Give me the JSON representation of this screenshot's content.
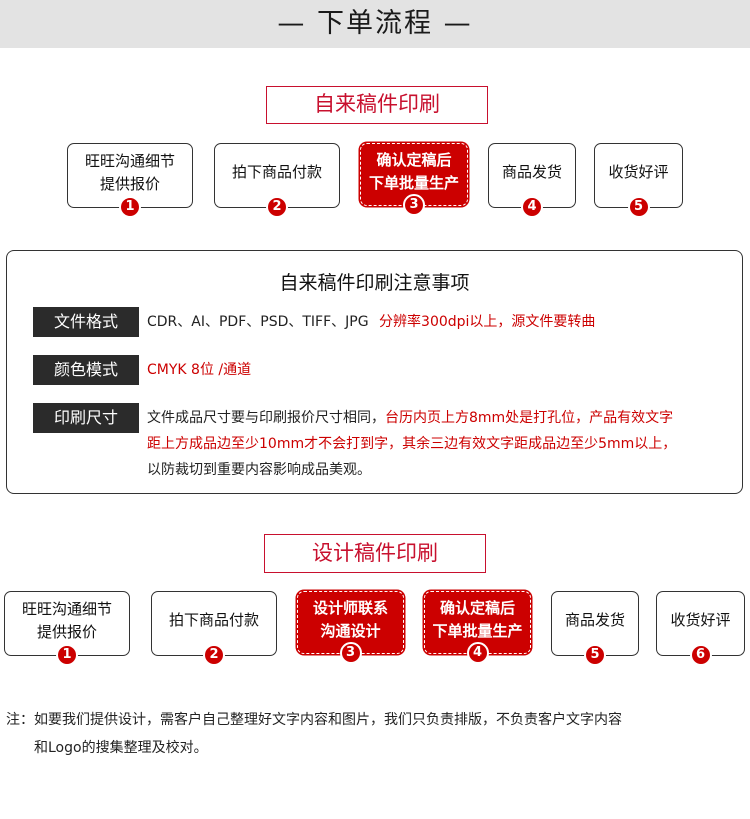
{
  "header": {
    "title": "— 下单流程 —"
  },
  "section1": {
    "title": "自来稿件印刷",
    "steps": [
      {
        "line1": "旺旺沟通细节",
        "line2": "提供报价",
        "num": "1"
      },
      {
        "line1": "拍下商品付款",
        "line2": "",
        "num": "2"
      },
      {
        "line1": "确认定稿后",
        "line2": "下单批量生产",
        "num": "3"
      },
      {
        "line1": "商品发货",
        "line2": "",
        "num": "4"
      },
      {
        "line1": "收货好评",
        "line2": "",
        "num": "5"
      }
    ]
  },
  "notes": {
    "title": "自来稿件印刷注意事项",
    "rows": [
      {
        "tag": "文件格式",
        "text": "CDR、AI、PDF、PSD、TIFF、JPG",
        "red": "分辨率300dpi以上，源文件要转曲"
      },
      {
        "tag": "颜色模式",
        "text": "",
        "red": "CMYK 8位 /通道"
      },
      {
        "tag": "印刷尺寸",
        "line1_plain": "文件成品尺寸要与印刷报价尺寸相同，",
        "line1_red": "台历内页上方8mm处是打孔位，产品有效文字",
        "line2_red": "距上方成品边至少10mm才不会打到字，其余三边有效文字距成品边至少5mm以上，",
        "line3_plain": "以防裁切到重要内容影响成品美观。"
      }
    ]
  },
  "section2": {
    "title": "设计稿件印刷",
    "steps": [
      {
        "line1": "旺旺沟通细节",
        "line2": "提供报价",
        "num": "1"
      },
      {
        "line1": "拍下商品付款",
        "line2": "",
        "num": "2"
      },
      {
        "line1": "设计师联系",
        "line2": "沟通设计",
        "num": "3"
      },
      {
        "line1": "确认定稿后",
        "line2": "下单批量生产",
        "num": "4"
      },
      {
        "line1": "商品发货",
        "line2": "",
        "num": "5"
      },
      {
        "line1": "收货好评",
        "line2": "",
        "num": "6"
      }
    ]
  },
  "footer": {
    "line1": "注：如要我们提供设计，需客户自己整理好文字内容和图片，我们只负责排版，不负责客户文字内容",
    "line2": "和Logo的搜集整理及校对。"
  },
  "colors": {
    "accent": "#cc0000",
    "tag_bg": "#2b2b2b",
    "header_bg": "#e3e3e3"
  }
}
